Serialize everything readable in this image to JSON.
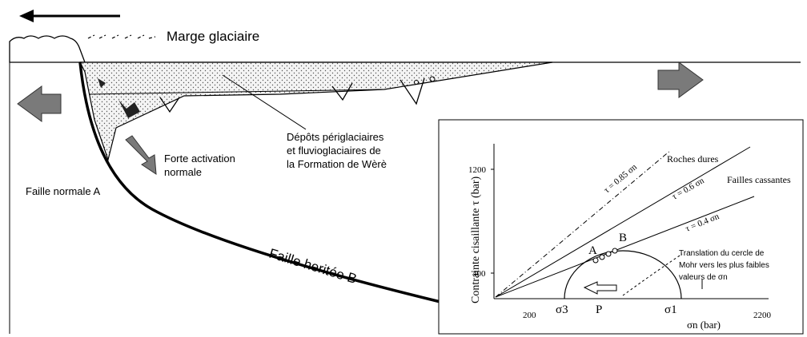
{
  "labels": {
    "marge": "Marge glaciaire",
    "depots": [
      "Dépôts périglaciaires",
      "et fluvioglaciaires de",
      "la Formation de Wèrè"
    ],
    "forte": [
      "Forte activation",
      "normale"
    ],
    "faille_a": "Faille normale A",
    "faille_b": "Faille heritée B"
  },
  "inset": {
    "y_axis_label": "Contrainte cisaillante τ (bar)",
    "x_axis_label": "σn (bar)",
    "y_ticks": [
      "1200",
      "400"
    ],
    "x_ticks": [
      "200",
      "2200"
    ],
    "line_labels": [
      "τ = 0.85 σn",
      "τ = 0.6 σn",
      "τ = 0.4 σn"
    ],
    "roches_dures": "Roches dures",
    "failles_cassantes": "Failles cassantes",
    "translation": [
      "Translation du cercle de",
      "Mohr vers les plus faibles",
      "valeurs de σn"
    ],
    "pt_A": "A",
    "pt_B": "B",
    "pt_P": "P",
    "sigma3": "σ3",
    "sigma1": "σ1"
  },
  "colors": {
    "arrow_fill": "#7a7a7a",
    "deposit_fill": "#f2f2f2",
    "line": "#000000"
  }
}
